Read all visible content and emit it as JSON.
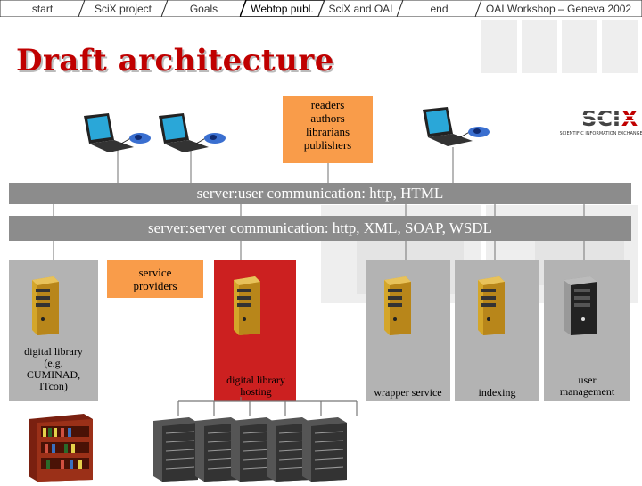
{
  "nav": {
    "tabs": [
      {
        "label": "start"
      },
      {
        "label": "SciX project"
      },
      {
        "label": "Goals"
      },
      {
        "label": "Webtop publ."
      },
      {
        "label": "SciX and OAI"
      },
      {
        "label": "end"
      },
      {
        "label": "OAI Workshop – Geneva 2002"
      }
    ]
  },
  "slide": {
    "title": "Draft architecture",
    "users_box": [
      "readers",
      "authors",
      "librarians",
      "publishers"
    ],
    "bar_user": "server:user communication: http, HTML",
    "bar_server": "server:server communication: http, XML, SOAP, WSDL",
    "service_providers": [
      "service",
      "providers"
    ],
    "columns": {
      "digital_library": [
        "digital library",
        "(e.g.",
        "CUMINAD,",
        "ITcon)"
      ],
      "hosting": [
        "digital library",
        "hosting"
      ],
      "wrapper": "wrapper service",
      "indexing": "indexing",
      "user_mgmt": [
        "user",
        "management"
      ]
    },
    "logo": {
      "text": "SCIX",
      "subtitle": "SCIENTIFIC INFORMATION EXCHANGE"
    }
  },
  "colors": {
    "accent_red": "#c00000",
    "orange": "#f99c4a",
    "bar_grey": "#8c8c8c",
    "column_grey": "#b3b3b3",
    "hosting_red": "#cc2020"
  },
  "icons": [
    "laptop-icon",
    "server-tower-icon",
    "bookshelf-icon",
    "rack-server-icon"
  ]
}
